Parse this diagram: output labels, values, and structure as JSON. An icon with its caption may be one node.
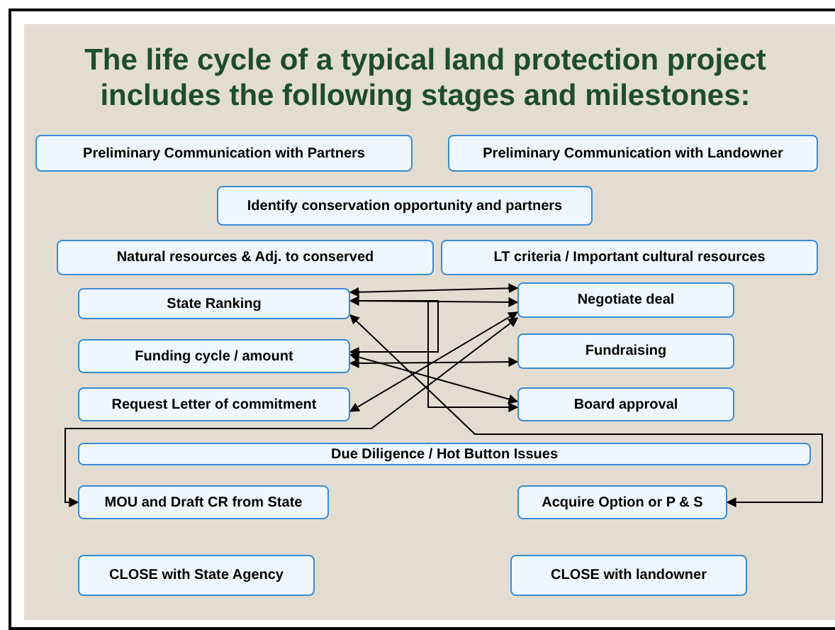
{
  "diagram": {
    "title": "The life cycle of a typical land protection project includes the following stages and milestones:",
    "nodes": [
      {
        "text": [
          "Preliminary Communication with Partners"
        ]
      },
      {
        "text": [
          "Preliminary Communication with Landowner"
        ]
      },
      {
        "text": [
          "Identify conservation opportunity and partners"
        ]
      },
      {
        "text": [
          "Natural resources & Adj. to conserved"
        ]
      },
      {
        "text": [
          "LT criteria / Important cultural resources"
        ]
      },
      {
        "text": [
          "State Ranking"
        ]
      },
      {
        "text": [
          "Negotiate deal"
        ]
      },
      {
        "text": [
          "Funding cycle / amount"
        ]
      },
      {
        "text": [
          "Fundraising"
        ]
      },
      {
        "text": [
          "Request Letter of commitment"
        ]
      },
      {
        "text": [
          "Board approval"
        ]
      },
      {
        "text": [
          "Due Diligence / Hot Button Issues"
        ]
      },
      {
        "text": [
          "MOU and Draft CR from State"
        ]
      },
      {
        "text": [
          "Acquire Option or P & S"
        ]
      },
      {
        "text": [
          "CLOSE with State Agency"
        ]
      },
      {
        "text": [
          "CLOSE with landowner"
        ]
      }
    ],
    "edges": [
      {
        "from": 5,
        "to": 6,
        "arrow": "both"
      },
      {
        "from": 5,
        "to": 6,
        "arrow": "both"
      },
      {
        "from": 5,
        "to": 7,
        "arrow": "to"
      },
      {
        "from": 5,
        "to": 10,
        "arrow": "to"
      },
      {
        "from": 5,
        "to": 13,
        "arrow": "both"
      },
      {
        "from": 6,
        "to": 9,
        "arrow": "both"
      },
      {
        "from": 6,
        "to": 12,
        "arrow": "both"
      },
      {
        "from": 7,
        "to": 8,
        "arrow": "both"
      },
      {
        "from": 7,
        "to": 10,
        "arrow": "both"
      }
    ]
  }
}
